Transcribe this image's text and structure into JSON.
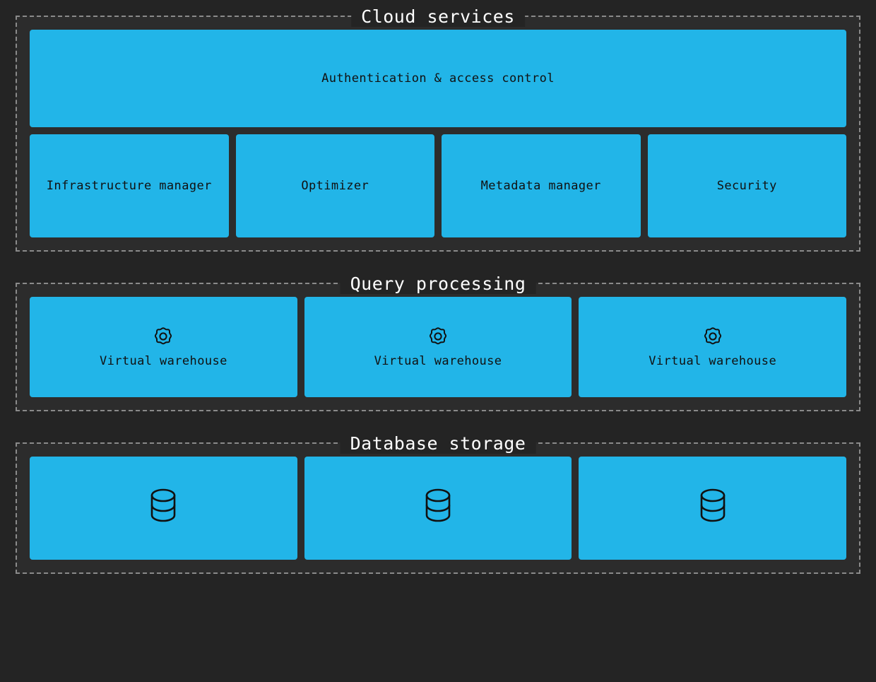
{
  "theme": {
    "page_background": "#242424",
    "group_background": "#2c2c2c",
    "group_border": "#8a8a8a",
    "node_fill": "#22b5e8",
    "node_text": "#111111",
    "title_text": "#ffffff"
  },
  "groups": [
    {
      "id": "cloud-services",
      "title": "Cloud services",
      "rows": [
        {
          "nodes": [
            {
              "label": "Authentication & access control",
              "icon": null
            }
          ]
        },
        {
          "nodes": [
            {
              "label": "Infrastructure manager",
              "icon": null
            },
            {
              "label": "Optimizer",
              "icon": null
            },
            {
              "label": "Metadata manager",
              "icon": null
            },
            {
              "label": "Security",
              "icon": null
            }
          ]
        }
      ]
    },
    {
      "id": "query-processing",
      "title": "Query processing",
      "rows": [
        {
          "nodes": [
            {
              "label": "Virtual warehouse",
              "icon": "gear-icon"
            },
            {
              "label": "Virtual warehouse",
              "icon": "gear-icon"
            },
            {
              "label": "Virtual warehouse",
              "icon": "gear-icon"
            }
          ]
        }
      ]
    },
    {
      "id": "database-storage",
      "title": "Database storage",
      "rows": [
        {
          "nodes": [
            {
              "label": "",
              "icon": "database-icon"
            },
            {
              "label": "",
              "icon": "database-icon"
            },
            {
              "label": "",
              "icon": "database-icon"
            }
          ]
        }
      ]
    }
  ]
}
